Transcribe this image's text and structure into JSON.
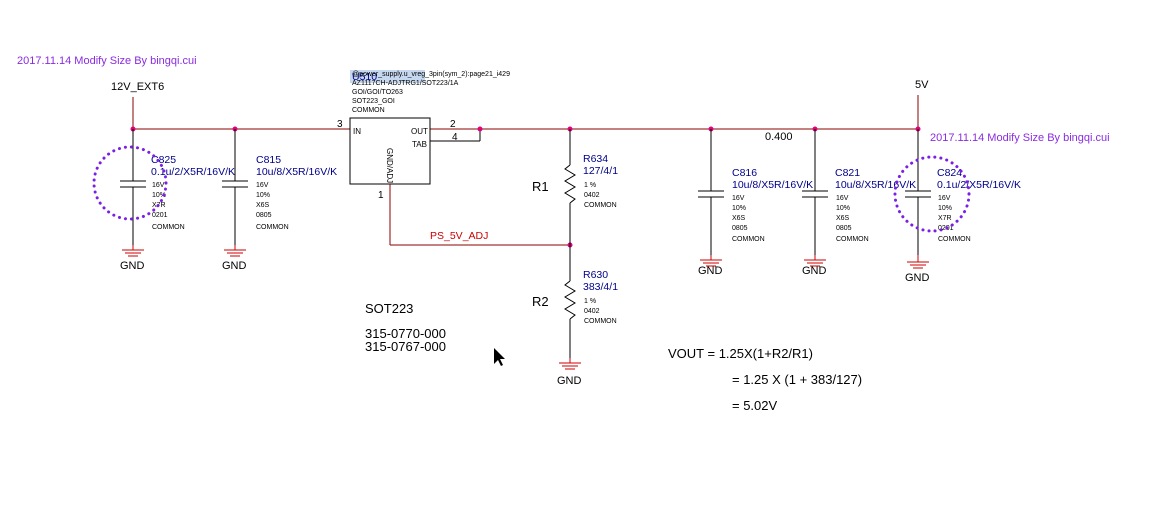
{
  "notes": {
    "left": "2017.11.14  Modify  Size  By  bingqi.cui",
    "right": "2017.11.14  Modify  Size  By  bingqi.cui"
  },
  "nets": {
    "vin": "12V_EXT6",
    "vout": "5V",
    "adj": "PS_5V_ADJ",
    "trace_width": "0.400",
    "gnd": "GND"
  },
  "ic": {
    "ref": "U510",
    "lines": [
      "@power_supply.u_vreg_3pin(sym_2):page21_i429",
      "AZ1117CH-ADJTRG1/SOT223/1A",
      "GOI/GOI/TO263",
      "SOT223_GOI",
      "COMMON"
    ],
    "pin_in": "IN",
    "pin_out": "OUT",
    "pin_tab": "TAB",
    "pin_adj": "GND/ADJ",
    "pin3": "3",
    "pin2": "2",
    "pin4": "4",
    "pin1": "1"
  },
  "caps": {
    "c825": {
      "ref": "C825",
      "value": "0.1u/2/X5R/16V/K",
      "specs": [
        "16V",
        "10%",
        "X7R",
        "0201",
        "COMMON"
      ]
    },
    "c815": {
      "ref": "C815",
      "value": "10u/8/X5R/16V/K",
      "specs": [
        "16V",
        "10%",
        "X6S",
        "0805",
        "COMMON"
      ]
    },
    "c816": {
      "ref": "C816",
      "value": "10u/8/X5R/16V/K",
      "specs": [
        "16V",
        "10%",
        "X6S",
        "0805",
        "COMMON"
      ]
    },
    "c821": {
      "ref": "C821",
      "value": "10u/8/X5R/16V/K",
      "specs": [
        "16V",
        "10%",
        "X6S",
        "0805",
        "COMMON"
      ]
    },
    "c824": {
      "ref": "C824",
      "value": "0.1u/2/X5R/16V/K",
      "specs": [
        "16V",
        "10%",
        "X7R",
        "0201",
        "COMMON"
      ]
    }
  },
  "resistors": {
    "r634": {
      "ref": "R634",
      "value": "127/4/1",
      "label": "R1",
      "specs": [
        "1 %",
        "0402",
        "COMMON"
      ]
    },
    "r630": {
      "ref": "R630",
      "value": "383/4/1",
      "label": "R2",
      "specs": [
        "1 %",
        "0402",
        "COMMON"
      ]
    }
  },
  "package": {
    "name": "SOT223",
    "part1": "315-0770-000",
    "part2": "315-0767-000"
  },
  "formula": {
    "line1": "VOUT  =  1.25X(1+R2/R1)",
    "line2": "= 1.25 X (1 + 383/127)",
    "line3": "= 5.02V"
  }
}
